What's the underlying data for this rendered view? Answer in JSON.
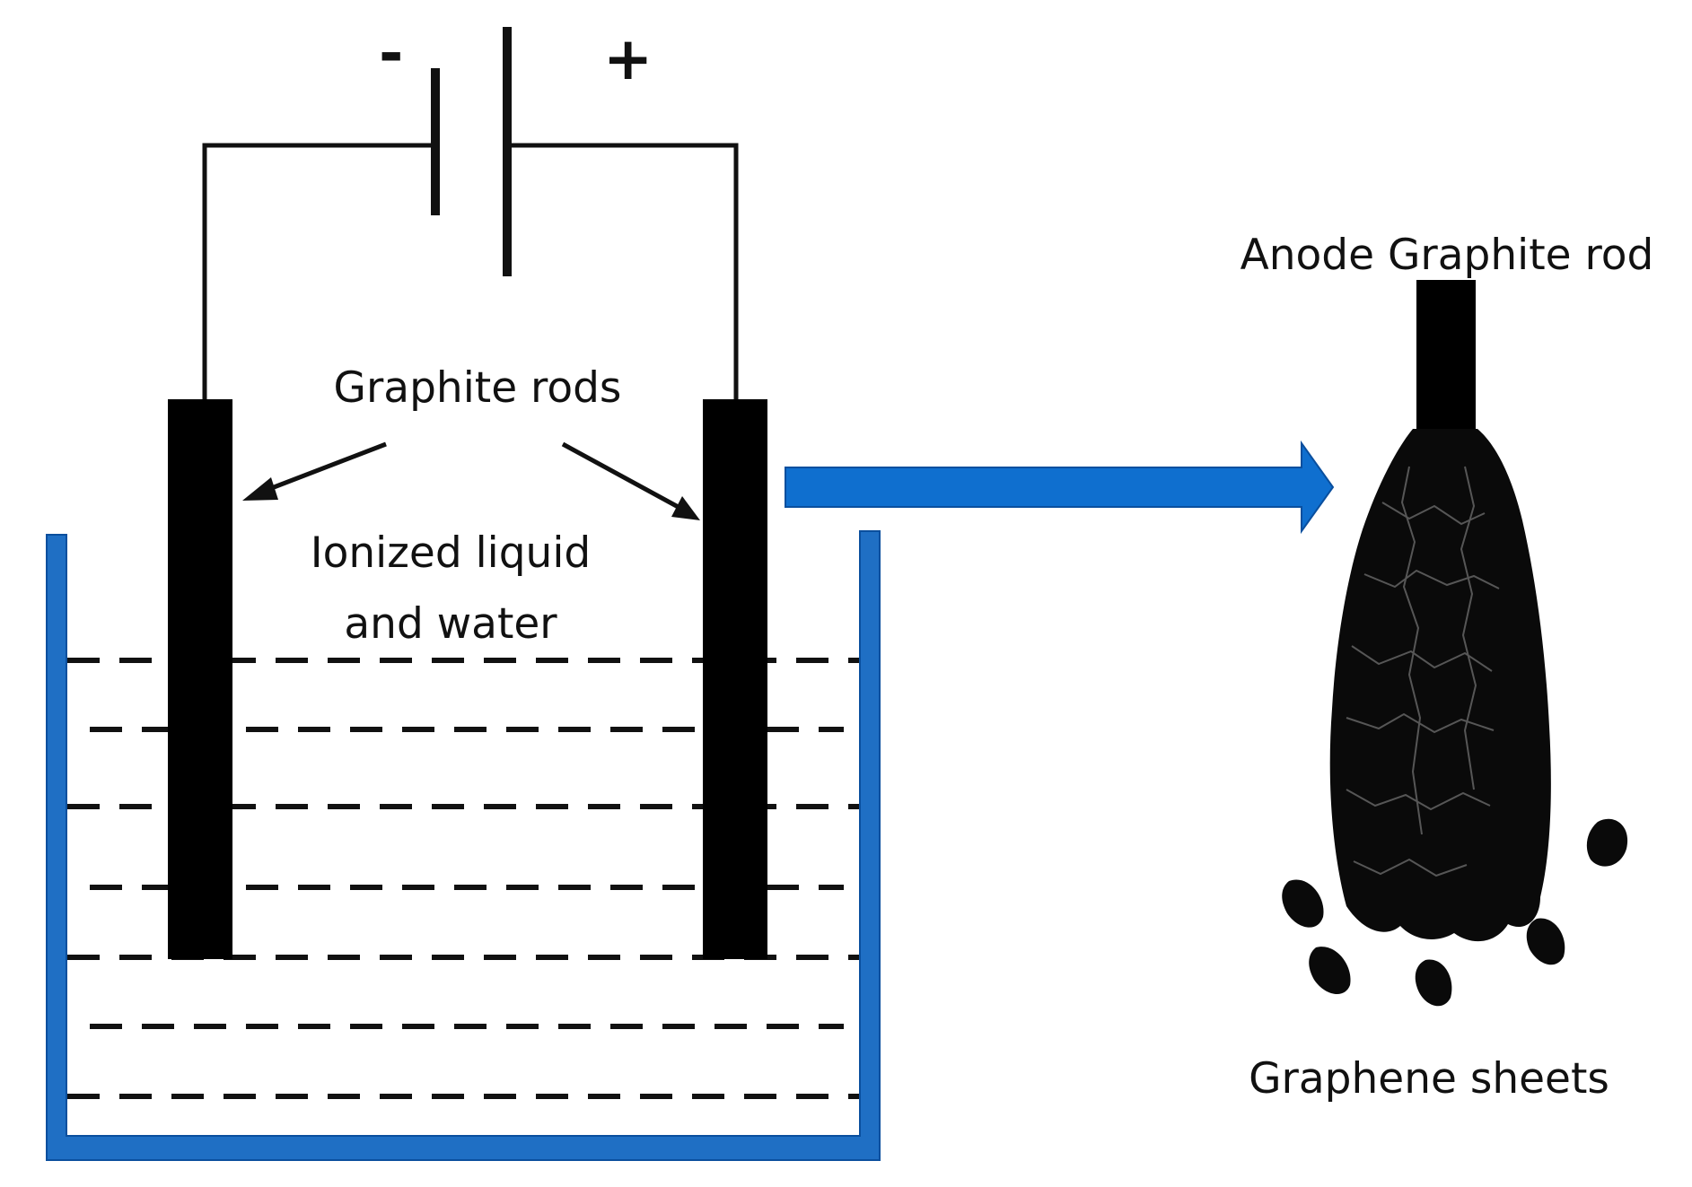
{
  "battery": {
    "negative_symbol": "-",
    "positive_symbol": "+"
  },
  "labels": {
    "electrodes": "Graphite rods",
    "electrolyte_line1": "Ionized liquid",
    "electrolyte_line2": "and water",
    "anode": "Anode Graphite rod",
    "product": "Graphene sheets"
  },
  "colors": {
    "container": "#1f6fc4",
    "container_border": "#0a4f9e",
    "process_arrow": "#0f6fcf",
    "electrode": "#000000",
    "wire": "#111111",
    "liquid_dashes": "#111111"
  }
}
